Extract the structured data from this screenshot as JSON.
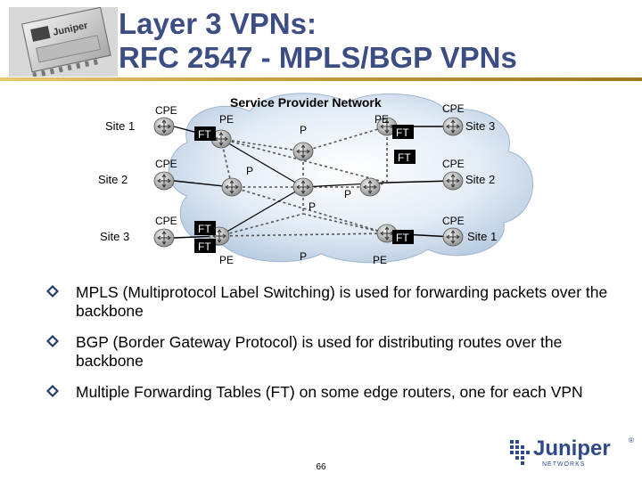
{
  "slide": {
    "title_line1": "Layer 3 VPNs:",
    "title_line2": "RFC 2547 - MPLS/BGP VPNs",
    "page_number": "66"
  },
  "diagram": {
    "header": "Service Provider Network",
    "sites": [
      "Site 1",
      "Site 3",
      "Site 2",
      "Site 2",
      "Site 3",
      "Site 1"
    ],
    "device_labels": {
      "cpe": "CPE",
      "pe": "PE",
      "p": "P",
      "ft": "FT"
    }
  },
  "bullets": [
    "MPLS (Multiprotocol Label Switching) is used for forwarding packets over the backbone",
    "BGP (Border Gateway Protocol) is used for distributing routes over the backbone",
    "Multiple Forwarding Tables (FT) on some edge routers, one for each VPN"
  ],
  "logo": {
    "name": "Juniper",
    "subtitle": "NETWORKS",
    "registered": "®"
  },
  "colors": {
    "title": "#3b4d82",
    "bullet_marker": "#1f3b73",
    "ft_box": "#000000",
    "ft_text": "#ffffff",
    "logo": "#2e4a8c"
  }
}
